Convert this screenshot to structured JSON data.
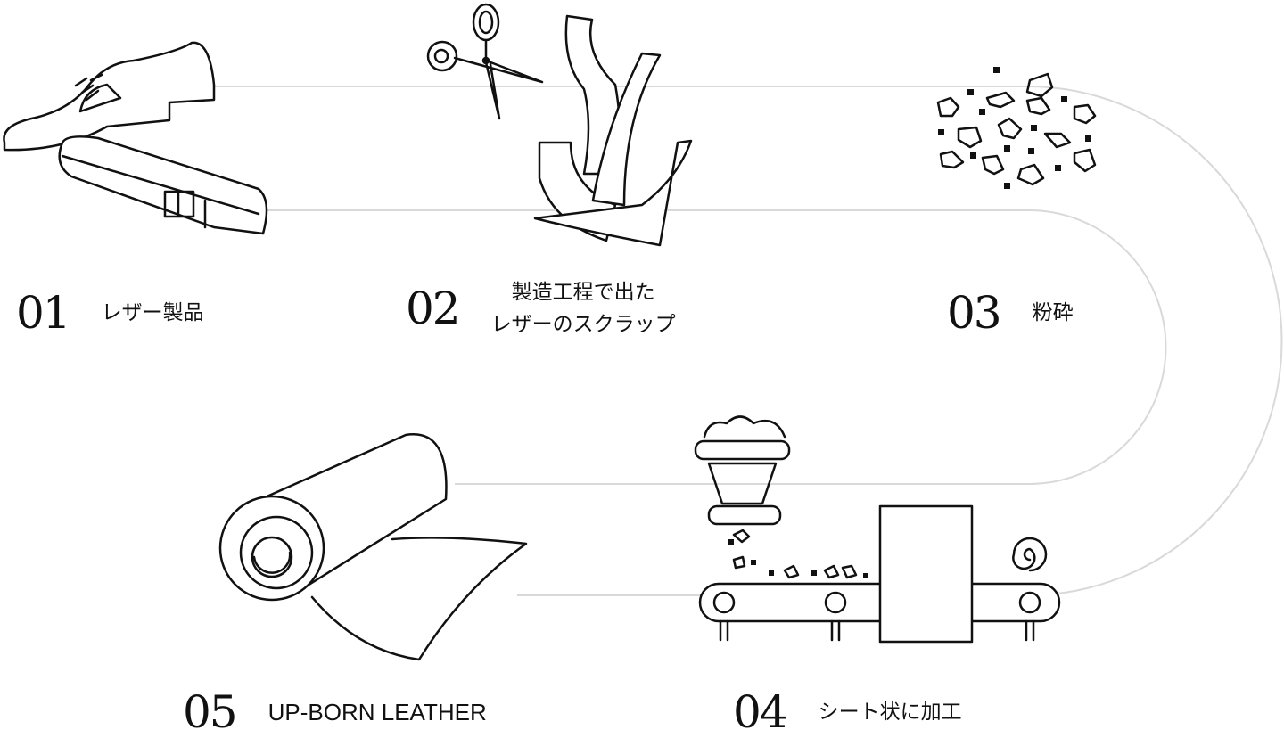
{
  "title": "UP-BORN LEATHER process",
  "steps": [
    {
      "number": "01",
      "label": "レザー製品",
      "icon": "shoe-belt-icon"
    },
    {
      "number": "02",
      "label_line1": "製造工程で出た",
      "label_line2": "レザーのスクラップ",
      "icon": "scissors-scrap-icon"
    },
    {
      "number": "03",
      "label": "粉砕",
      "icon": "crushed-pieces-icon"
    },
    {
      "number": "04",
      "label": "シート状に加工",
      "icon": "conveyor-machine-icon"
    },
    {
      "number": "05",
      "label": "UP-BORN LEATHER",
      "icon": "leather-roll-icon"
    }
  ],
  "colors": {
    "track": "#d9d9d9",
    "ink": "#111111"
  }
}
